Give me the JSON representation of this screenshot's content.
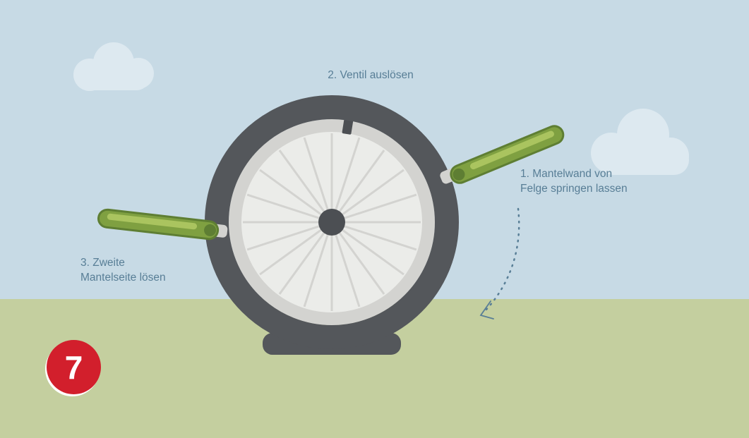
{
  "figure": {
    "labels": {
      "step1_line1": "1. Mantelwand von",
      "step1_line2": "Felge springen lassen",
      "step2": "2. Ventil auslösen",
      "step3_line1": "3. Zweite",
      "step3_line2": "Mantelseite lösen"
    },
    "badge": {
      "number": "7",
      "color": "#d21f2c"
    },
    "colors": {
      "sky": "#c7dae5",
      "ground": "#c4cf9f",
      "cloud": "#dde9f0",
      "tire": "#54575b",
      "rim": "#d3d3d0",
      "interior": "#ebece9",
      "hub": "#4c4f53",
      "lever_body": "#7fa041",
      "lever_edge": "#5e7e33",
      "lever_highlight": "#aac45f",
      "text": "#587e96",
      "arrow": "#587e96"
    }
  }
}
